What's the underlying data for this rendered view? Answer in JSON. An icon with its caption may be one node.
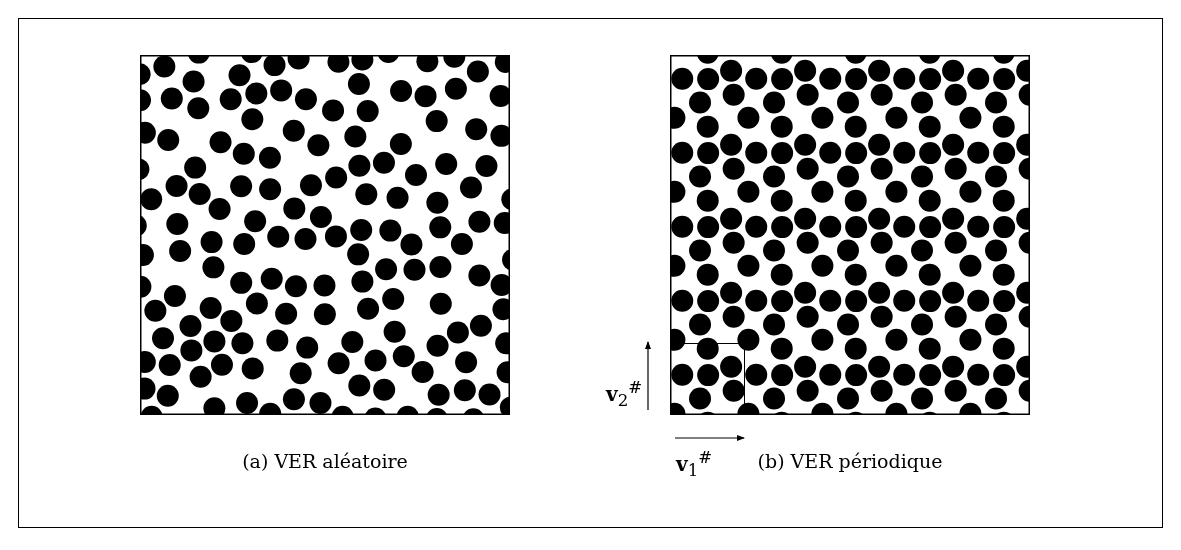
{
  "diagram": {
    "nodes": [
      {
        "text": [],
        "shape": "picture",
        "beside": [
          "(a) VER aléatoire"
        ]
      },
      {
        "text": [],
        "shape": "picture",
        "beside": [
          "(b) VER périodique"
        ]
      },
      {
        "text": [],
        "shape": "box",
        "in": 1
      }
    ],
    "labels": [
      "**v**$_{2}$$^{#}$",
      "**v**$_{1}$$^{#}$"
    ]
  }
}
